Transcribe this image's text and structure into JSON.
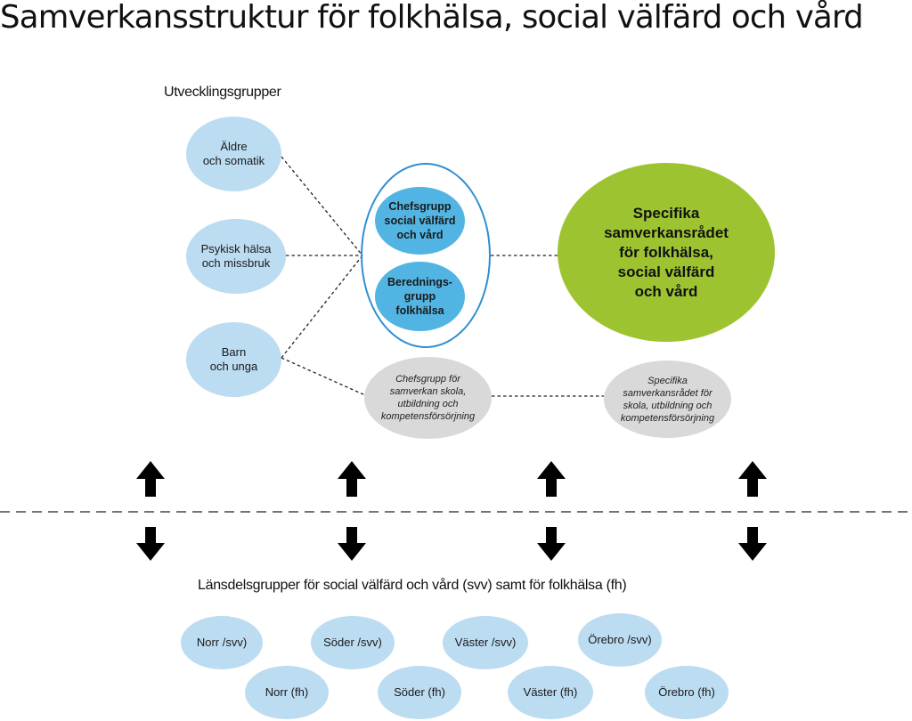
{
  "title": "Samverkansstruktur för folkhälsa, social välfärd och vård",
  "development_groups": {
    "heading": "Utvecklingsgrupper",
    "items": [
      "Äldre\noch somatik",
      "Psykisk hälsa\noch missbruk",
      "Barn\noch unga"
    ]
  },
  "center_groups": {
    "chefsgrupp": "Chefsgrupp\nsocial välfärd\noch vård",
    "beredningsgrupp": "Berednings-\ngrupp\nfolkhälsa",
    "skola": "Chefsgrupp för\nsamverkan skola,\nutbildning och\nkompetensförsörjning"
  },
  "councils": {
    "main": "Specifika\nsamverkansrådet\nför folkhälsa,\nsocial välfärd\noch vård",
    "skola": "Specifika\nsamverkansrådet för\nskola, utbildning och\nkompetensförsörjning"
  },
  "regional_groups": {
    "heading": "Länsdelsgrupper för social välfärd och vård (svv) samt för folkhälsa (fh)",
    "svv": [
      "Norr /svv)",
      "Söder /svv)",
      "Väster /svv)",
      "Örebro /svv)"
    ],
    "fh": [
      "Norr (fh)",
      "Söder (fh)",
      "Väster (fh)",
      "Örebro (fh)"
    ]
  },
  "colors": {
    "light_blue": "#bcdcf1",
    "mid_blue": "#52b4e2",
    "outline_blue": "#2f8fd2",
    "green": "#9dc430",
    "gray": "#d9d9d9",
    "arrow": "#000000"
  }
}
